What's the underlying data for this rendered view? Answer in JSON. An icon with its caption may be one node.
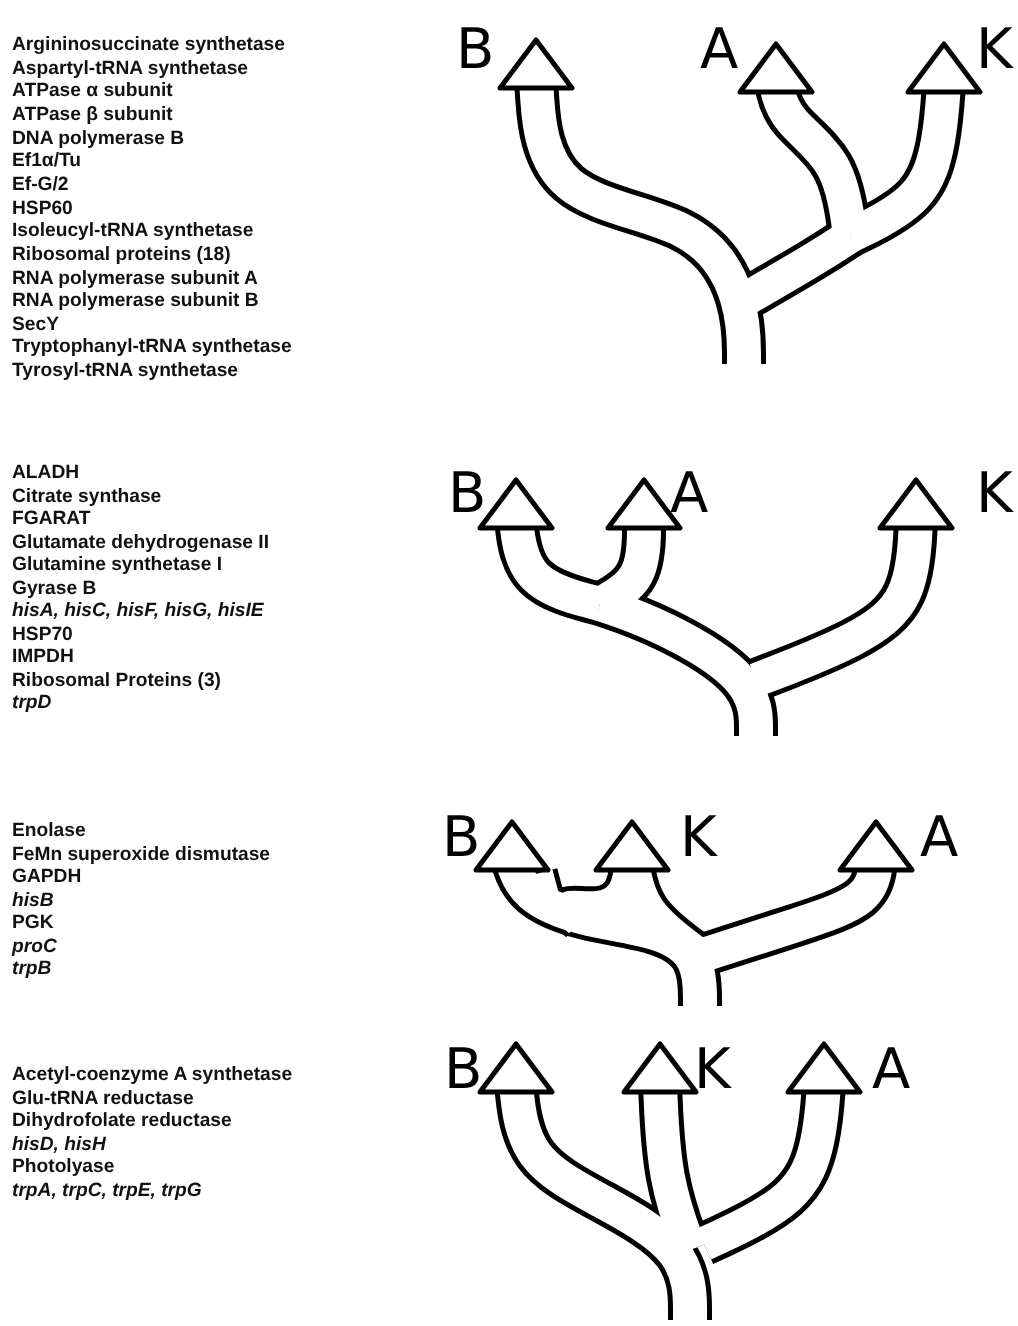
{
  "diagram": {
    "labels": [
      "Argininosuccinate synthetase",
      "Aspartyl-tRNA synthetase",
      "ATPase α subunit",
      "ATPase β subunit",
      "DNA polymerase B",
      "Ef1α/Tu",
      "Ef-G/2",
      "HSP60",
      "Isoleucyl-tRNA synthetase",
      "Ribosomal proteins (18)",
      "RNA polymerase subunit A",
      "RNA polymerase subunit B",
      "SecY",
      "Tryptophanyl-tRNA synthetase",
      "Tyrosyl-tRNA synthetase",
      "B",
      "A",
      "K",
      "ALADH",
      "Citrate synthase",
      "FGARAT",
      "Glutamate dehydrogenase II",
      "Glutamine synthetase I",
      "Gyrase B",
      "*hisA, hisC, hisF, hisG, hisIE*",
      "HSP70",
      "IMPDH",
      "Ribosomal Proteins (3)",
      "*trpD*",
      "B",
      "A",
      "K",
      "Enolase",
      "FeMn superoxide dismutase",
      "GAPDH",
      "*hisB*",
      "PGK",
      "*proC*",
      "*trpB*",
      "B",
      "K",
      "A",
      "Acetyl-coenzyme A synthetase",
      "Glu-tRNA reductase",
      "Dihydrofolate reductase",
      "*hisD, hisH*",
      "Photolyase",
      "*trpA, trpC, trpE, trpG*",
      "B",
      "K",
      "A"
    ]
  }
}
